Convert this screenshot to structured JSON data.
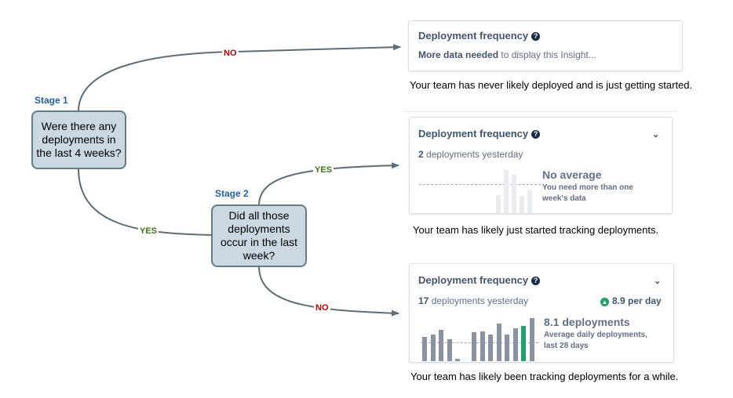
{
  "stage1": {
    "label": "Stage 1",
    "question": "Were there any deployments in the last 4 weeks?"
  },
  "stage2": {
    "label": "Stage 2",
    "question": "Did all those deployments occur in the last week?"
  },
  "edges": {
    "s1_no": "NO",
    "s1_yes": "YES",
    "s2_yes": "YES",
    "s2_no": "NO"
  },
  "card1": {
    "title": "Deployment frequency",
    "message_bold": "More data needed",
    "message_rest": " to display this Insight...",
    "caption": "Your team has never likely deployed and is just getting started."
  },
  "card2": {
    "title": "Deployment frequency",
    "count": "2",
    "count_text": " deployments yesterday",
    "avg_title": "No average",
    "avg_note_1": "You need more than one",
    "avg_note_2": "week's data",
    "bars": [
      0.38,
      0.92,
      0.82,
      0.36,
      0.48
    ],
    "bar_color": "#ebecf0",
    "caption": "Your team has likely just started tracking deployments."
  },
  "card3": {
    "title": "Deployment frequency",
    "count": "17",
    "count_text": " deployments yesterday",
    "rate": "8.9 per day",
    "avg_title": "8.1 deployments",
    "avg_note_1": "Average daily deployments,",
    "avg_note_2": "last 28 days",
    "bars": [
      0.5,
      0.55,
      0.65,
      0.45,
      0.05,
      0,
      0.6,
      0.62,
      0.55,
      0.78,
      0.55,
      0.68,
      0.72,
      0.88
    ],
    "highlight_index": 12,
    "bar_color": "#8993a4",
    "highlight_color": "#22a06b",
    "caption": "Your team has likely been tracking deployments for a while."
  },
  "colors": {
    "arrow": "#5e6c78",
    "question_fill": "#cbd8e1",
    "question_border": "#607d8b",
    "stage_label": "#1f5fb4",
    "no": "#c00000",
    "yes": "#3c7a1a"
  }
}
